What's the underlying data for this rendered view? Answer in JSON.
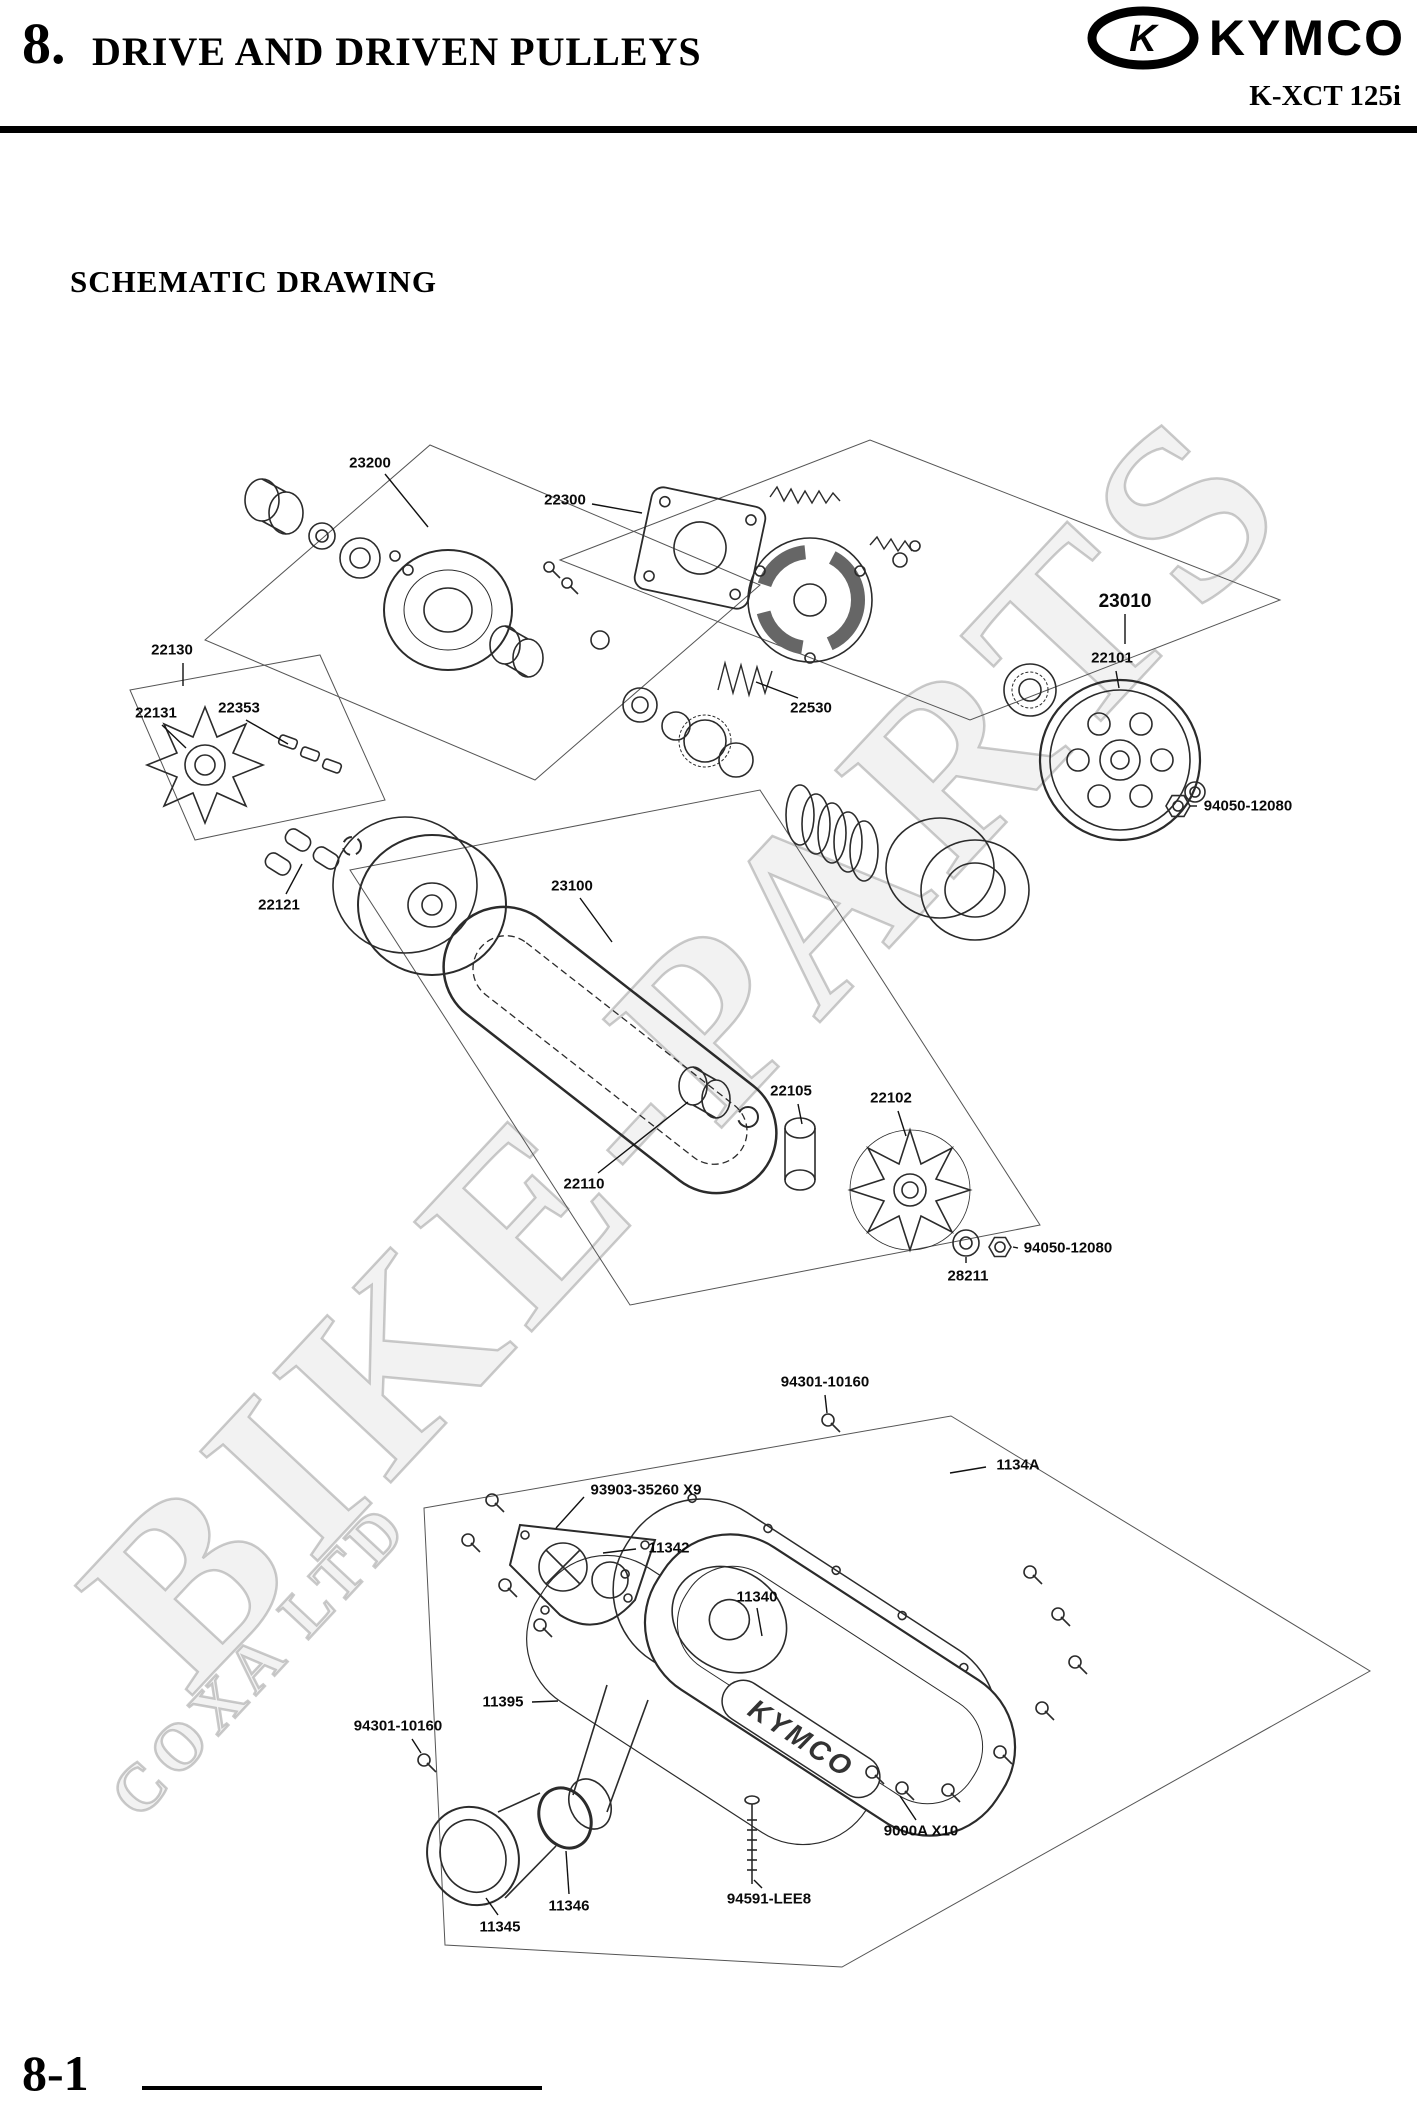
{
  "header": {
    "section_number": "8.",
    "section_title": "DRIVE AND DRIVEN PULLEYS",
    "brand": "KYMCO",
    "brand_mark": "K",
    "model": "K-XCT 125i"
  },
  "drawing_title": "SCHEMATIC DRAWING",
  "watermark": {
    "primary": "BIKE-PARTS",
    "secondary": "COXA LTD"
  },
  "diagram": {
    "cover_text": "KYMCO"
  },
  "part_labels": [
    {
      "text": "23200"
    },
    {
      "text": "22300"
    },
    {
      "text": "23010"
    },
    {
      "text": "22101"
    },
    {
      "text": "22130"
    },
    {
      "text": "22131"
    },
    {
      "text": "22353"
    },
    {
      "text": "22530"
    },
    {
      "text": "94050-12080"
    },
    {
      "text": "22121"
    },
    {
      "text": "23100"
    },
    {
      "text": "22105"
    },
    {
      "text": "22102"
    },
    {
      "text": "22110"
    },
    {
      "text": "94050-12080"
    },
    {
      "text": "28211"
    },
    {
      "text": "94301-10160"
    },
    {
      "text": "1134A"
    },
    {
      "text": "93903-35260 X9"
    },
    {
      "text": "11342"
    },
    {
      "text": "11340"
    },
    {
      "text": "11395"
    },
    {
      "text": "94301-10160"
    },
    {
      "text": "9000A X10"
    },
    {
      "text": "94591-LEE8"
    },
    {
      "text": "11346"
    },
    {
      "text": "11345"
    }
  ],
  "footer": {
    "page_number": "8-1"
  }
}
